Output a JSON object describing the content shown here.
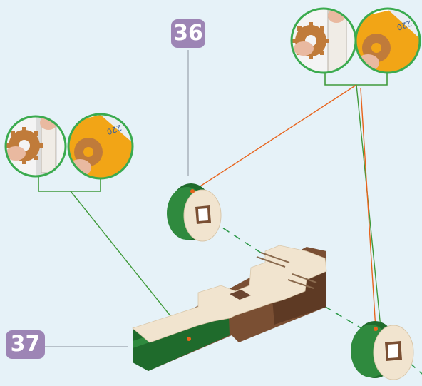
{
  "steps": {
    "step_36": "36",
    "step_37": "37"
  },
  "sticker_text": "220",
  "colors": {
    "background": "#e6f2f8",
    "badge": "#9d85b5",
    "green_ring": "#2fa14a",
    "orange_leader": "#e8641c",
    "green_leader": "#3f9a3a",
    "wood_light": "#f1e4cf",
    "wood_dark": "#7a4f33",
    "painted_green": "#1f6b2c"
  }
}
